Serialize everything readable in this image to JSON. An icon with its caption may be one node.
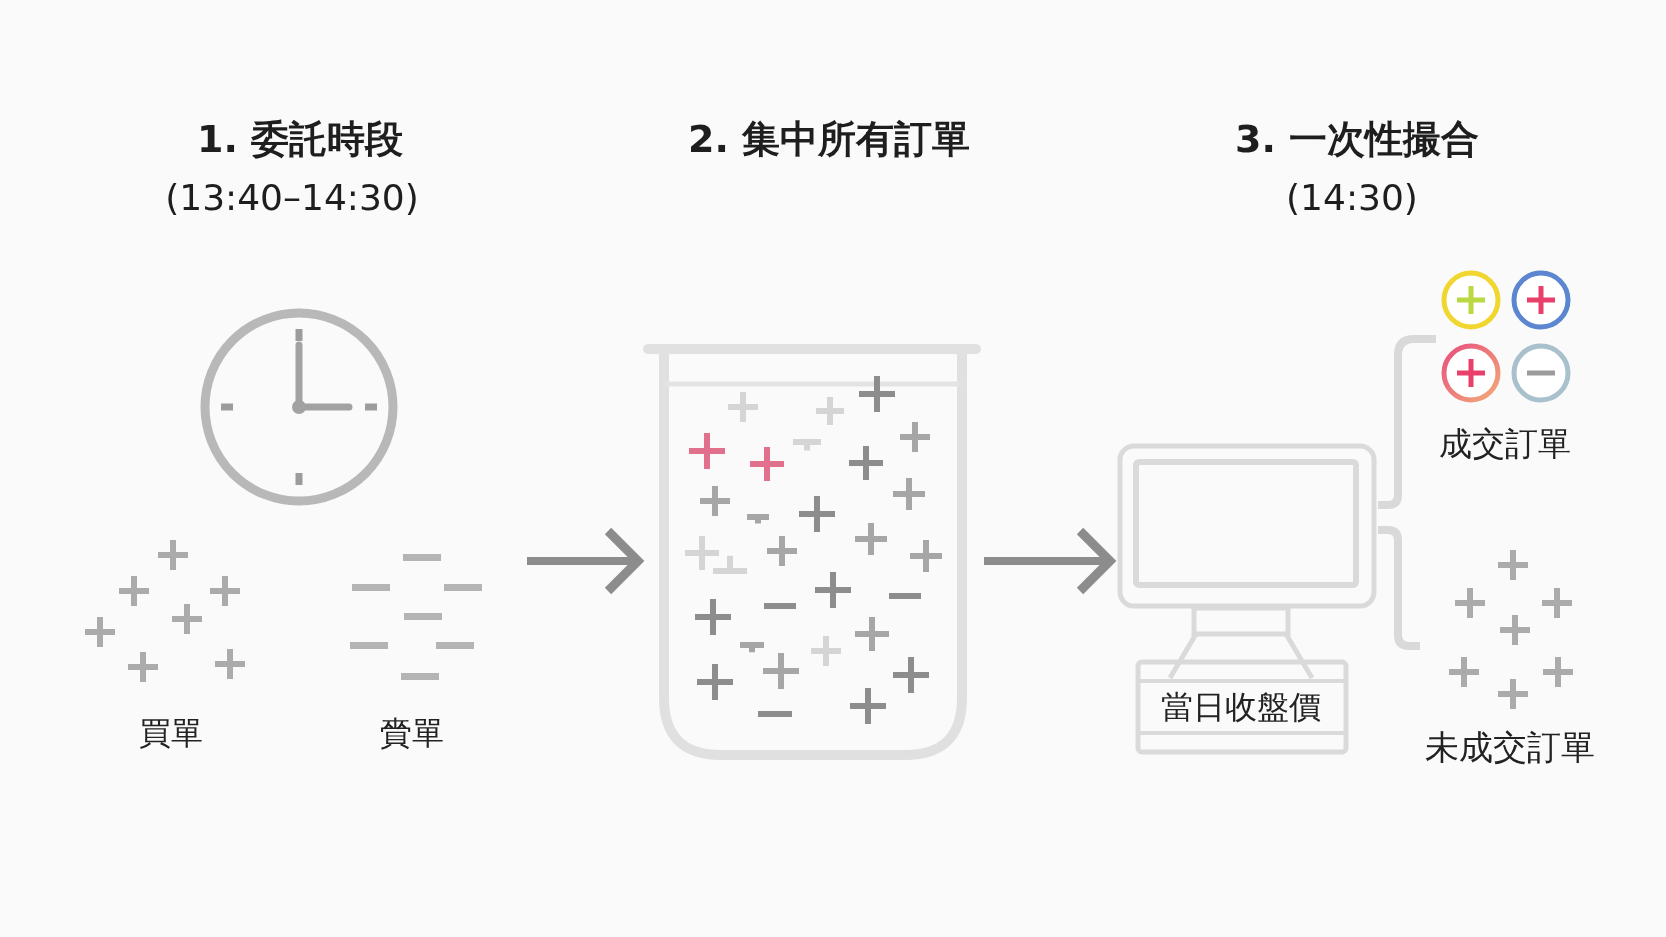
{
  "diagram": {
    "nodes": [
      {
        "text": [
          "買單"
        ]
      },
      {
        "text": [
          "賫單"
        ]
      },
      {
        "text": [],
        "shape": "picture"
      },
      {
        "text": [
          "當日收盤價"
        ]
      },
      {
        "text": [
          "成交訂單"
        ]
      },
      {
        "text": [
          "未成交訂單"
        ]
      }
    ],
    "edges": [
      {
        "from": 1,
        "to": 2,
        "arrow": "to"
      },
      {
        "from": 2,
        "to": 3,
        "arrow": "to"
      },
      {
        "from": 3,
        "to": 4,
        "arrow": "none",
        "color": "#d9d9d9"
      },
      {
        "from": 3,
        "to": 5,
        "arrow": "none",
        "color": "#d9d9d9"
      }
    ],
    "labels": [
      "1. 委託時段",
      "(13:40–14:30)",
      "2. 集中所有訂單",
      "3. 一次性撮合",
      "(14:30)"
    ]
  }
}
